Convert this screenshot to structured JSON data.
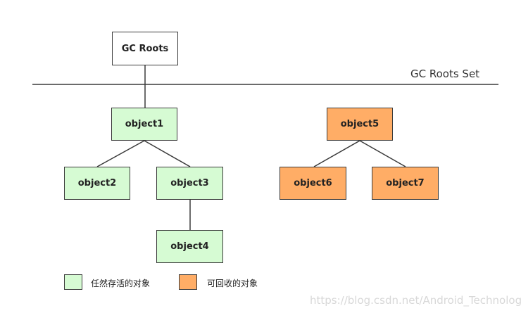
{
  "root": {
    "label": "GC Roots"
  },
  "set_label": "GC Roots Set",
  "objects": {
    "object1": "object1",
    "object2": "object2",
    "object3": "object3",
    "object4": "object4",
    "object5": "object5",
    "object6": "object6",
    "object7": "object7"
  },
  "legend": {
    "alive_label": "任然存活的对象",
    "dead_label": "可回收的对象"
  },
  "colors": {
    "alive": "#d6fbd3",
    "dead": "#ffad66",
    "line": "#3a3a3a"
  },
  "watermark": "https://blog.csdn.net/Android_Technology"
}
